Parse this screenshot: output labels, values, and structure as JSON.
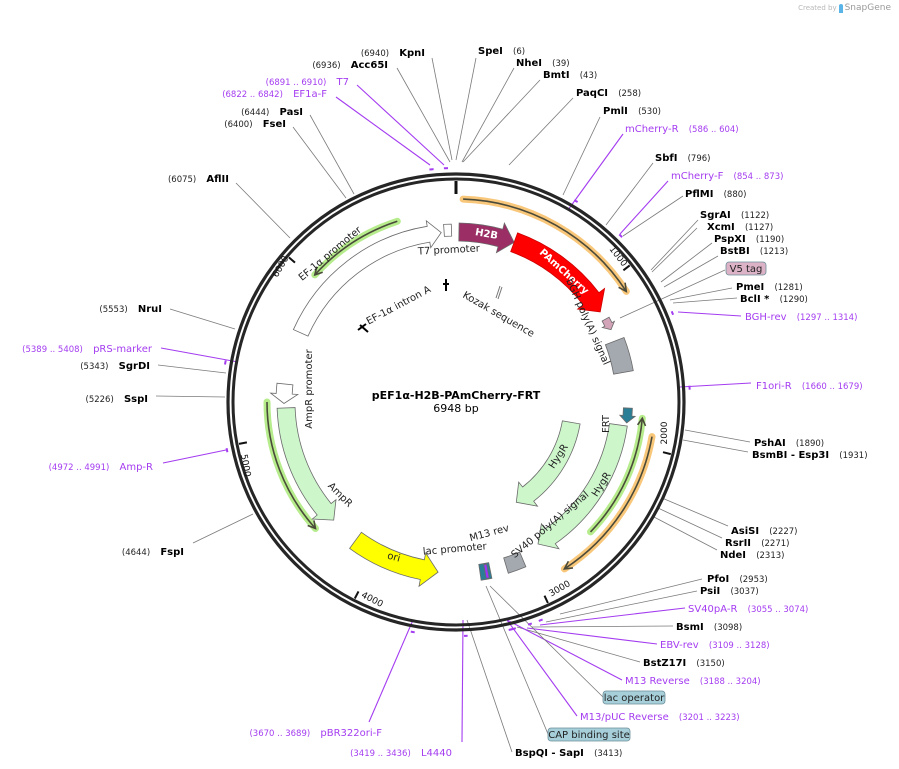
{
  "header": {
    "credit": "Created by",
    "brand": "SnapGene"
  },
  "plasmid": {
    "name": "pEF1α-H2B-PAmCherry-FRT",
    "length": "6948 bp",
    "total_bp": 6948
  },
  "ticks": [
    "1000",
    "2000",
    "3000",
    "4000",
    "5000",
    "6000"
  ],
  "colors": {
    "primer": "#a43cf0",
    "enzyme": "#000000",
    "orange_highlight": "#f9c77a",
    "green_highlight": "#b6ec8c"
  },
  "sites": [
    {
      "type": "enzyme",
      "name": "KpnI",
      "pos": "(6940)"
    },
    {
      "type": "enzyme",
      "name": "Acc65I",
      "pos": "(6936)"
    },
    {
      "type": "primer",
      "name": "T7",
      "pos": "(6891 .. 6910)"
    },
    {
      "type": "primer",
      "name": "EF1a-F",
      "pos": "(6822 .. 6842)"
    },
    {
      "type": "enzyme",
      "name": "PasI",
      "pos": "(6444)"
    },
    {
      "type": "enzyme",
      "name": "FseI",
      "pos": "(6400)"
    },
    {
      "type": "enzyme",
      "name": "AflII",
      "pos": "(6075)"
    },
    {
      "type": "enzyme",
      "name": "NruI",
      "pos": "(5553)"
    },
    {
      "type": "primer",
      "name": "pRS-marker",
      "pos": "(5389 .. 5408)"
    },
    {
      "type": "enzyme",
      "name": "SgrDI",
      "pos": "(5343)"
    },
    {
      "type": "enzyme",
      "name": "SspI",
      "pos": "(5226)"
    },
    {
      "type": "primer",
      "name": "Amp-R",
      "pos": "(4972 .. 4991)"
    },
    {
      "type": "enzyme",
      "name": "FspI",
      "pos": "(4644)"
    },
    {
      "type": "primer",
      "name": "pBR322ori-F",
      "pos": "(3670 .. 3689)"
    },
    {
      "type": "primer",
      "name": "L4440",
      "pos": "(3419 .. 3436)"
    },
    {
      "type": "enzyme",
      "name": "SpeI",
      "pos": "(6)"
    },
    {
      "type": "enzyme",
      "name": "NheI",
      "pos": "(39)"
    },
    {
      "type": "enzyme",
      "name": "BmtI",
      "pos": "(43)"
    },
    {
      "type": "enzyme",
      "name": "PaqCI",
      "pos": "(258)"
    },
    {
      "type": "enzyme",
      "name": "PmlI",
      "pos": "(530)"
    },
    {
      "type": "primer",
      "name": "mCherry-R",
      "pos": "(586 .. 604)"
    },
    {
      "type": "enzyme",
      "name": "SbfI",
      "pos": "(796)"
    },
    {
      "type": "primer",
      "name": "mCherry-F",
      "pos": "(854 .. 873)"
    },
    {
      "type": "enzyme",
      "name": "PflMI",
      "pos": "(880)"
    },
    {
      "type": "enzyme",
      "name": "SgrAI",
      "pos": "(1122)"
    },
    {
      "type": "enzyme",
      "name": "XcmI",
      "pos": "(1127)"
    },
    {
      "type": "enzyme",
      "name": "PspXI",
      "pos": "(1190)"
    },
    {
      "type": "enzyme",
      "name": "BstBI",
      "pos": "(1213)"
    },
    {
      "type": "box",
      "name": "V5 tag",
      "pos": "",
      "color": "#dcb3c6"
    },
    {
      "type": "enzyme",
      "name": "PmeI",
      "pos": "(1281)"
    },
    {
      "type": "enzyme",
      "name": "BclI *",
      "pos": "(1290)"
    },
    {
      "type": "primer",
      "name": "BGH-rev",
      "pos": "(1297 .. 1314)"
    },
    {
      "type": "primer",
      "name": "F1ori-R",
      "pos": "(1660 .. 1679)"
    },
    {
      "type": "enzyme",
      "name": "PshAI",
      "pos": "(1890)"
    },
    {
      "type": "enzyme",
      "name": "BsmBI  - Esp3I",
      "pos": "(1931)"
    },
    {
      "type": "enzyme",
      "name": "AsiSI",
      "pos": "(2227)"
    },
    {
      "type": "enzyme",
      "name": "RsrII",
      "pos": "(2271)"
    },
    {
      "type": "enzyme",
      "name": "NdeI",
      "pos": "(2313)"
    },
    {
      "type": "enzyme",
      "name": "PfoI",
      "pos": "(2953)"
    },
    {
      "type": "enzyme",
      "name": "PsiI",
      "pos": "(3037)"
    },
    {
      "type": "primer",
      "name": "SV40pA-R",
      "pos": "(3055 .. 3074)"
    },
    {
      "type": "enzyme",
      "name": "BsmI",
      "pos": "(3098)"
    },
    {
      "type": "primer",
      "name": "EBV-rev",
      "pos": "(3109 .. 3128)"
    },
    {
      "type": "enzyme",
      "name": "BstZ17I",
      "pos": "(3150)"
    },
    {
      "type": "primer",
      "name": "M13 Reverse",
      "pos": "(3188 .. 3204)"
    },
    {
      "type": "box",
      "name": "lac operator",
      "pos": "",
      "color": "#a6cfd9"
    },
    {
      "type": "primer",
      "name": "M13/pUC Reverse",
      "pos": "(3201 .. 3223)"
    },
    {
      "type": "box",
      "name": "CAP binding site",
      "pos": "",
      "color": "#a6cfd9"
    },
    {
      "type": "enzyme",
      "name": "BspQI  - SapI",
      "pos": "(3413)"
    }
  ],
  "features": [
    {
      "name": "EF-1α promoter",
      "color": "#ffffff"
    },
    {
      "name": "T7 promoter",
      "color": "#ffffff"
    },
    {
      "name": "H2B",
      "color": "#9b2f65"
    },
    {
      "name": "PAmCherry",
      "color": "#ff0000"
    },
    {
      "name": "V5 tag",
      "color": "#d3a4b8"
    },
    {
      "name": "bGH poly(A) signal",
      "color": "#a4a9b0"
    },
    {
      "name": "FRT",
      "color": "#2a7f96"
    },
    {
      "name": "HygR",
      "color": "#cdf6cb"
    },
    {
      "name": "HygR",
      "color": "#cdf6cb"
    },
    {
      "name": "SV40 poly(A) signal",
      "color": "#a4a9b0"
    },
    {
      "name": "lac promoter",
      "color": "#2a7f96"
    },
    {
      "name": "M13 rev",
      "color": "#9933ff"
    },
    {
      "name": "ori",
      "color": "#ffff00"
    },
    {
      "name": "AmpR",
      "color": "#cdf6cb"
    },
    {
      "name": "AmpR promoter",
      "color": "#ffffff"
    },
    {
      "name": "EF-1α intron A",
      "color": "#000000"
    },
    {
      "name": "Kozak sequence",
      "color": "#777777"
    }
  ]
}
